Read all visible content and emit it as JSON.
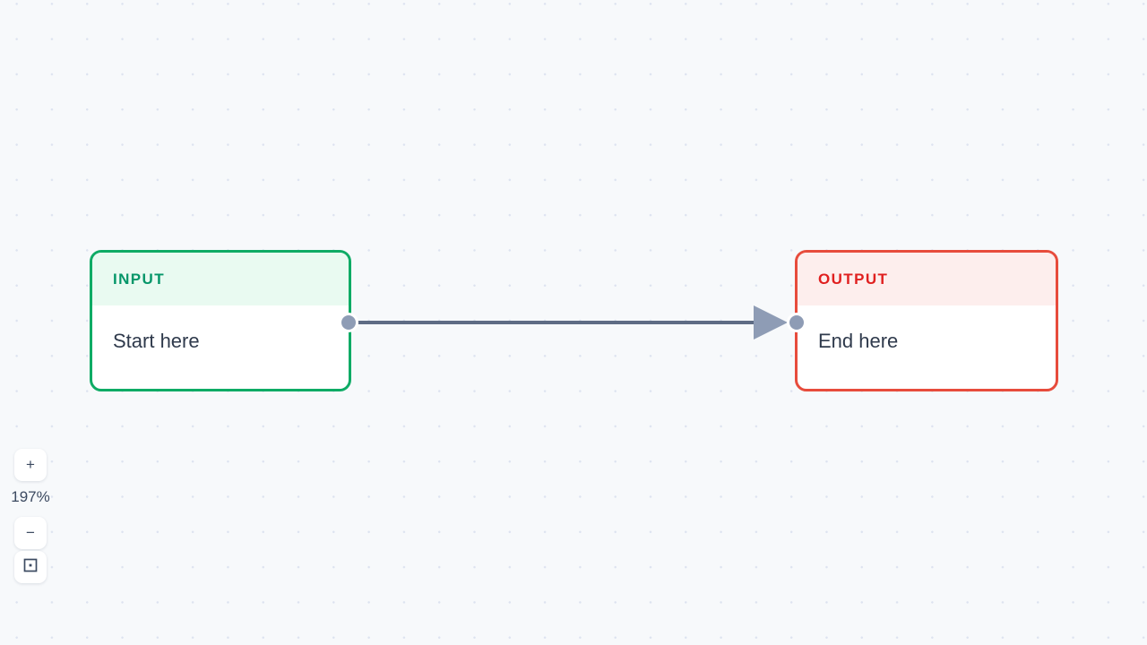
{
  "canvas": {
    "background_color": "#f7f9fb",
    "grid_dot_color": "#dde3f0"
  },
  "nodes": [
    {
      "id": "input",
      "header_label": "INPUT",
      "body_text": "Start here",
      "border_color": "#0eab65",
      "header_bg": "#e9faf1",
      "header_text_color": "#059669"
    },
    {
      "id": "output",
      "header_label": "OUTPUT",
      "body_text": "End here",
      "border_color": "#e74c3c",
      "header_bg": "#fdeeed",
      "header_text_color": "#e02020"
    }
  ],
  "edge": {
    "color": "#5e6c84",
    "from": "input",
    "to": "output",
    "arrow": "triangle-right"
  },
  "controls": {
    "zoom_in_label": "+",
    "zoom_level": "197%",
    "zoom_out_label": "−",
    "fit_view_icon": "fit-view-icon"
  }
}
